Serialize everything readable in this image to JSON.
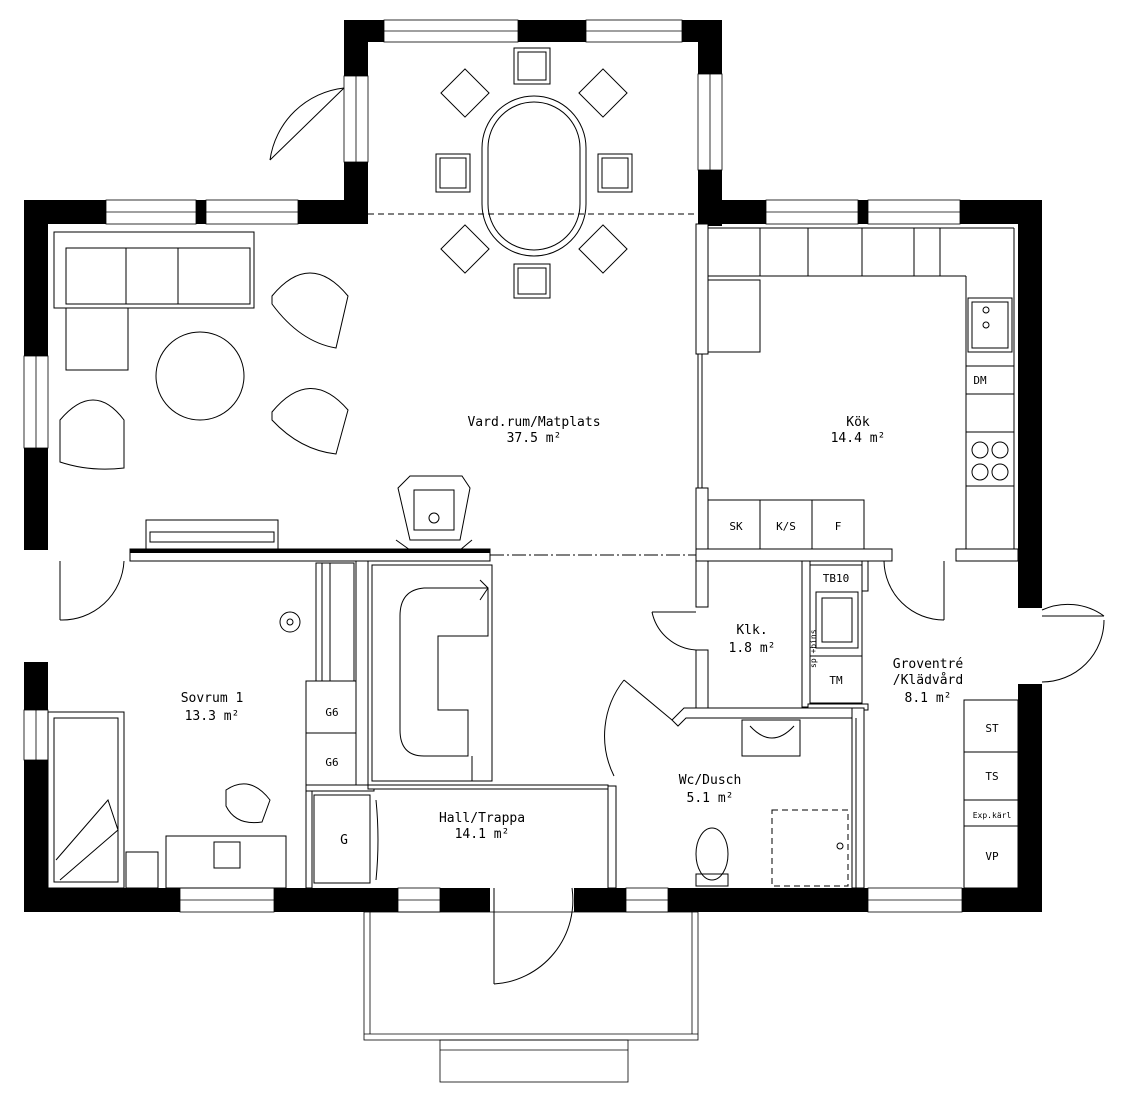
{
  "rooms": {
    "vardrum": {
      "name": "Vard.rum/Matplats",
      "area": "37.5 m²"
    },
    "kok": {
      "name": "Kök",
      "area": "14.4 m²"
    },
    "sovrum": {
      "name": "Sovrum 1",
      "area": "13.3 m²"
    },
    "klk": {
      "name": "Klk.",
      "area": "1.8 m²"
    },
    "groventre": {
      "name": "Groventré",
      "name2": "/Klädvård",
      "area": "8.1 m²"
    },
    "wc": {
      "name": "Wc/Dusch",
      "area": "5.1 m²"
    },
    "hall": {
      "name": "Hall/Trappa",
      "area": "14.1 m²"
    }
  },
  "fixtures": {
    "dm": "DM",
    "sk": "SK",
    "ks": "K/S",
    "f": "F",
    "tb10": "TB10",
    "tm": "TM",
    "g6a": "G6",
    "g6b": "G6",
    "g": "G",
    "st": "ST",
    "ts": "TS",
    "expkarl": "Exp.kärl",
    "vp": "VP",
    "spis": "sp.+bins"
  }
}
